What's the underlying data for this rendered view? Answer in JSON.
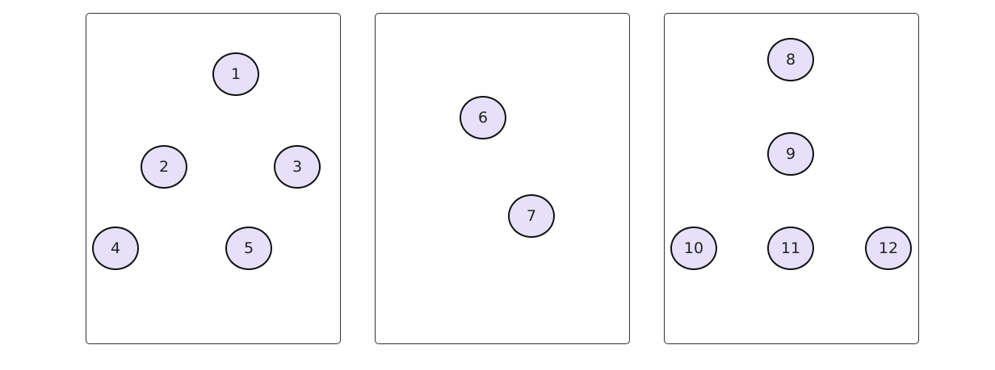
{
  "style": {
    "node_fill": "#e6e0fa",
    "node_stroke": "#111111",
    "panel_border": "#333333"
  },
  "panels": [
    {
      "nodes": [
        {
          "label": "1"
        },
        {
          "label": "2"
        },
        {
          "label": "3"
        },
        {
          "label": "4"
        },
        {
          "label": "5"
        }
      ]
    },
    {
      "nodes": [
        {
          "label": "6"
        },
        {
          "label": "7"
        }
      ]
    },
    {
      "nodes": [
        {
          "label": "8"
        },
        {
          "label": "9"
        },
        {
          "label": "10"
        },
        {
          "label": "11"
        },
        {
          "label": "12"
        }
      ]
    }
  ]
}
